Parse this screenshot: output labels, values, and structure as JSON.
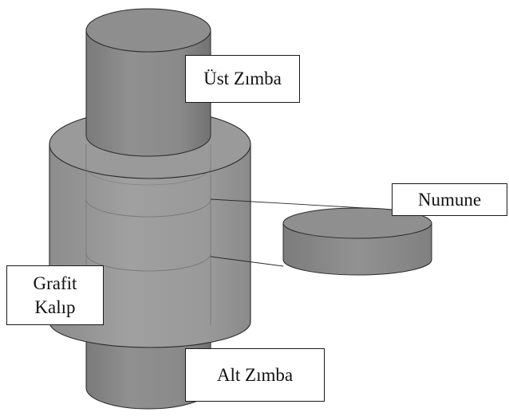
{
  "labels": {
    "upper_punch": "Üst Zımba",
    "sample": "Numune",
    "graphite_die_line1": "Grafit",
    "graphite_die_line2": "Kalıp",
    "lower_punch": "Alt Zımba"
  },
  "colors": {
    "body_fill": "#8c8c8c",
    "body_dark": "#6f6f6f",
    "top_ellipse": "#999999",
    "outline": "#2a2a2a"
  }
}
